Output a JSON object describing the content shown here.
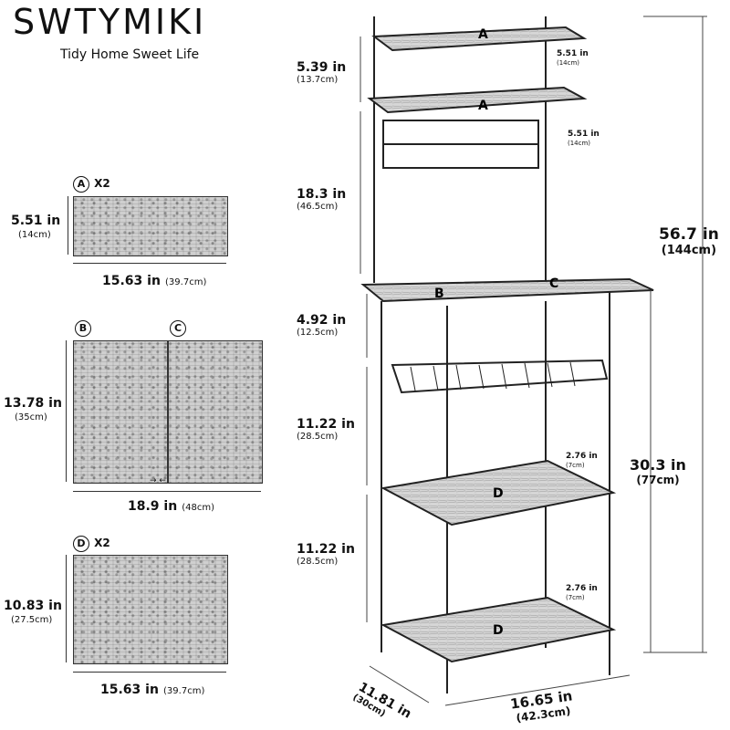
{
  "brand": {
    "name": "SWTYMIKI",
    "tagline": "Tidy Home Sweet Life"
  },
  "panels": {
    "a": {
      "badge": "A",
      "qty": "X2",
      "height": "5.51 in",
      "height_cm": "(14cm)",
      "width": "15.63 in",
      "width_cm": "(39.7cm)"
    },
    "bc": {
      "badge_b": "B",
      "badge_c": "C",
      "height": "13.78 in",
      "height_cm": "(35cm)",
      "width": "18.9 in",
      "width_cm": "(48cm)"
    },
    "d": {
      "badge": "D",
      "qty": "X2",
      "height": "10.83 in",
      "height_cm": "(27.5cm)",
      "width": "15.63 in",
      "width_cm": "(39.7cm)"
    }
  },
  "rack": {
    "labels": {
      "a": "A",
      "b": "B",
      "c": "C",
      "d": "D"
    },
    "dims_left": [
      {
        "in": "5.39 in",
        "cm": "(13.7cm)"
      },
      {
        "in": "18.3 in",
        "cm": "(46.5cm)"
      },
      {
        "in": "4.92 in",
        "cm": "(12.5cm)"
      },
      {
        "in": "11.22 in",
        "cm": "(28.5cm)"
      },
      {
        "in": "11.22 in",
        "cm": "(28.5cm)"
      }
    ],
    "shelf_depth_top": {
      "in": "5.51 in",
      "cm": "(14cm)"
    },
    "shelf_depth_mid": {
      "in": "5.51 in",
      "cm": "(14cm)"
    },
    "lip_1": {
      "in": "2.76 in",
      "cm": "(7cm)"
    },
    "lip_2": {
      "in": "2.76 in",
      "cm": "(7cm)"
    },
    "total_height": {
      "in": "56.7 in",
      "cm": "(144cm)"
    },
    "counter_height": {
      "in": "30.3 in",
      "cm": "(77cm)"
    },
    "depth": {
      "in": "11.81 in",
      "cm": "(30cm)"
    },
    "width": {
      "in": "16.65 in",
      "cm": "(42.3cm)"
    }
  }
}
